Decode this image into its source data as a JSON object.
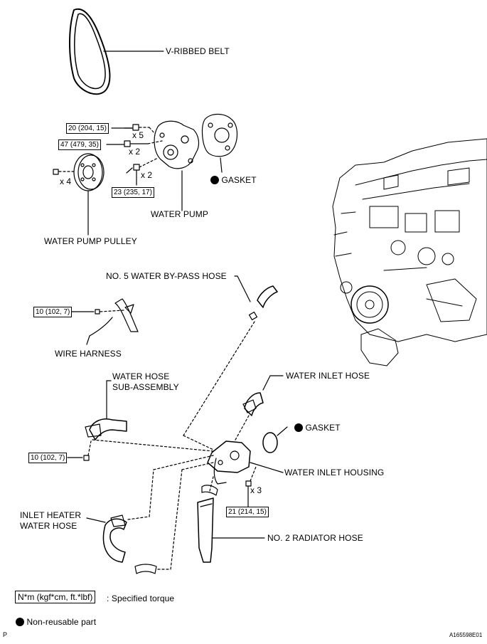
{
  "labels": {
    "v_ribbed_belt": "V-RIBBED BELT",
    "gasket_top": "GASKET",
    "water_pump": "WATER PUMP",
    "water_pump_pulley": "WATER PUMP PULLEY",
    "no5_bypass_hose": "NO. 5 WATER BY-PASS HOSE",
    "wire_harness": "WIRE HARNESS",
    "water_hose_sub_1": "WATER HOSE",
    "water_hose_sub_2": "SUB-ASSEMBLY",
    "water_inlet_hose": "WATER INLET HOSE",
    "gasket_mid": "GASKET",
    "water_inlet_housing": "WATER INLET HOUSING",
    "inlet_heater_1": "INLET HEATER",
    "inlet_heater_2": "WATER HOSE",
    "no2_radiator_hose": "NO. 2 RADIATOR HOSE"
  },
  "torques": {
    "t1": "20 (204, 15)",
    "t2": "47 (479, 35)",
    "t3": "23 (235, 17)",
    "t4": "10 (102, 7)",
    "t5": "10 (102, 7)",
    "t6": "21 (214, 15)"
  },
  "quantities": {
    "q1": "x 5",
    "q2": "x 2",
    "q3": "x 2",
    "q4": "x 4",
    "q5": "x 3"
  },
  "legend": {
    "torque_unit": "N*m (kgf*cm, ft.*lbf)",
    "torque_desc": ": Specified torque",
    "non_reusable": "Non-reusable part"
  },
  "footer": {
    "left_code": "P",
    "figure_id": "A165598E01"
  }
}
